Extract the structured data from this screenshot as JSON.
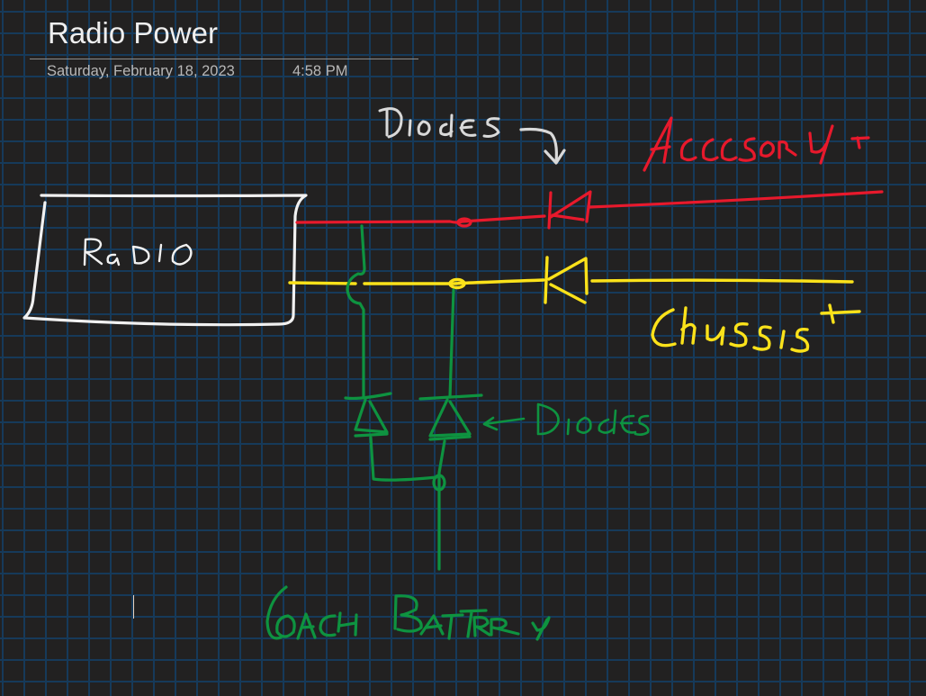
{
  "page": {
    "title": "Radio Power",
    "date": "Saturday, February 18, 2023",
    "time": "4:58 PM"
  },
  "ink_labels": {
    "radio": "Radio",
    "diodes_top": "Diodes",
    "accessory": "Accessory +",
    "chassis": "Chassis +",
    "diodes_bottom": "Diodes",
    "coach_battery": "Coach Battery"
  },
  "colors": {
    "background": "#222121",
    "grid": "#163a5a",
    "accessory_wire": "#e8192c",
    "chassis_wire": "#fbe21a",
    "battery_wire": "#0e9340",
    "radio_box": "#f1f1f1",
    "annotation": "#d9d9d9"
  }
}
